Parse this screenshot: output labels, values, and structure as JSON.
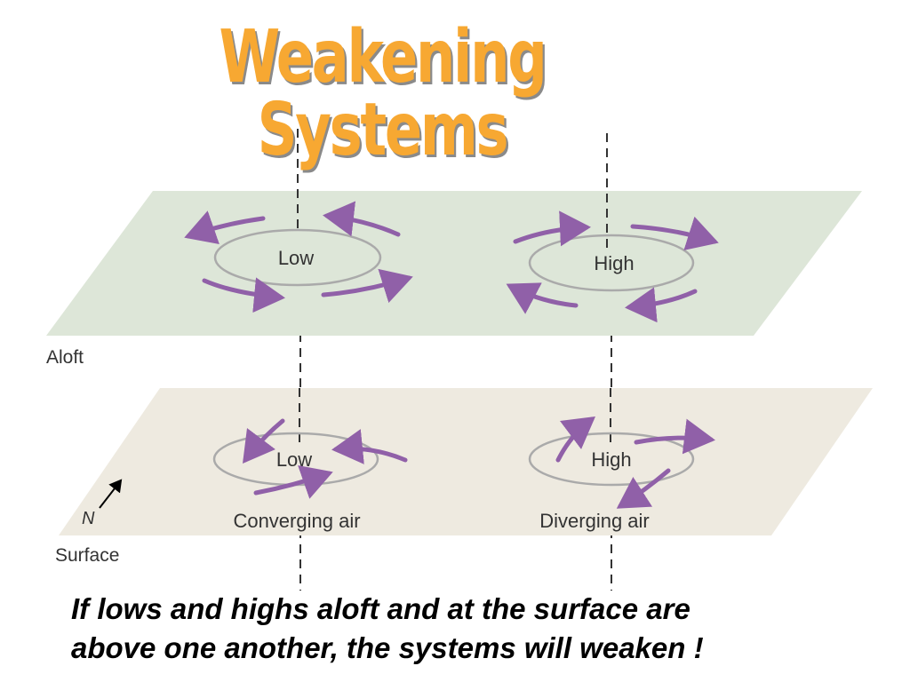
{
  "title": "Weakening Systems",
  "diagram": {
    "aloft": {
      "layer_label": "Aloft",
      "low_label": "Low",
      "high_label": "High",
      "plane_color": "#dde6d8"
    },
    "surface": {
      "layer_label": "Surface",
      "low_label": "Low",
      "high_label": "High",
      "converging_label": "Converging air",
      "diverging_label": "Diverging air",
      "north_label": "N",
      "plane_color": "#eeeae0"
    },
    "arrow_color": "#9060a8"
  },
  "caption": {
    "line1": "If lows and highs aloft and at the surface are",
    "line2": "above one another, the systems will weaken !"
  }
}
